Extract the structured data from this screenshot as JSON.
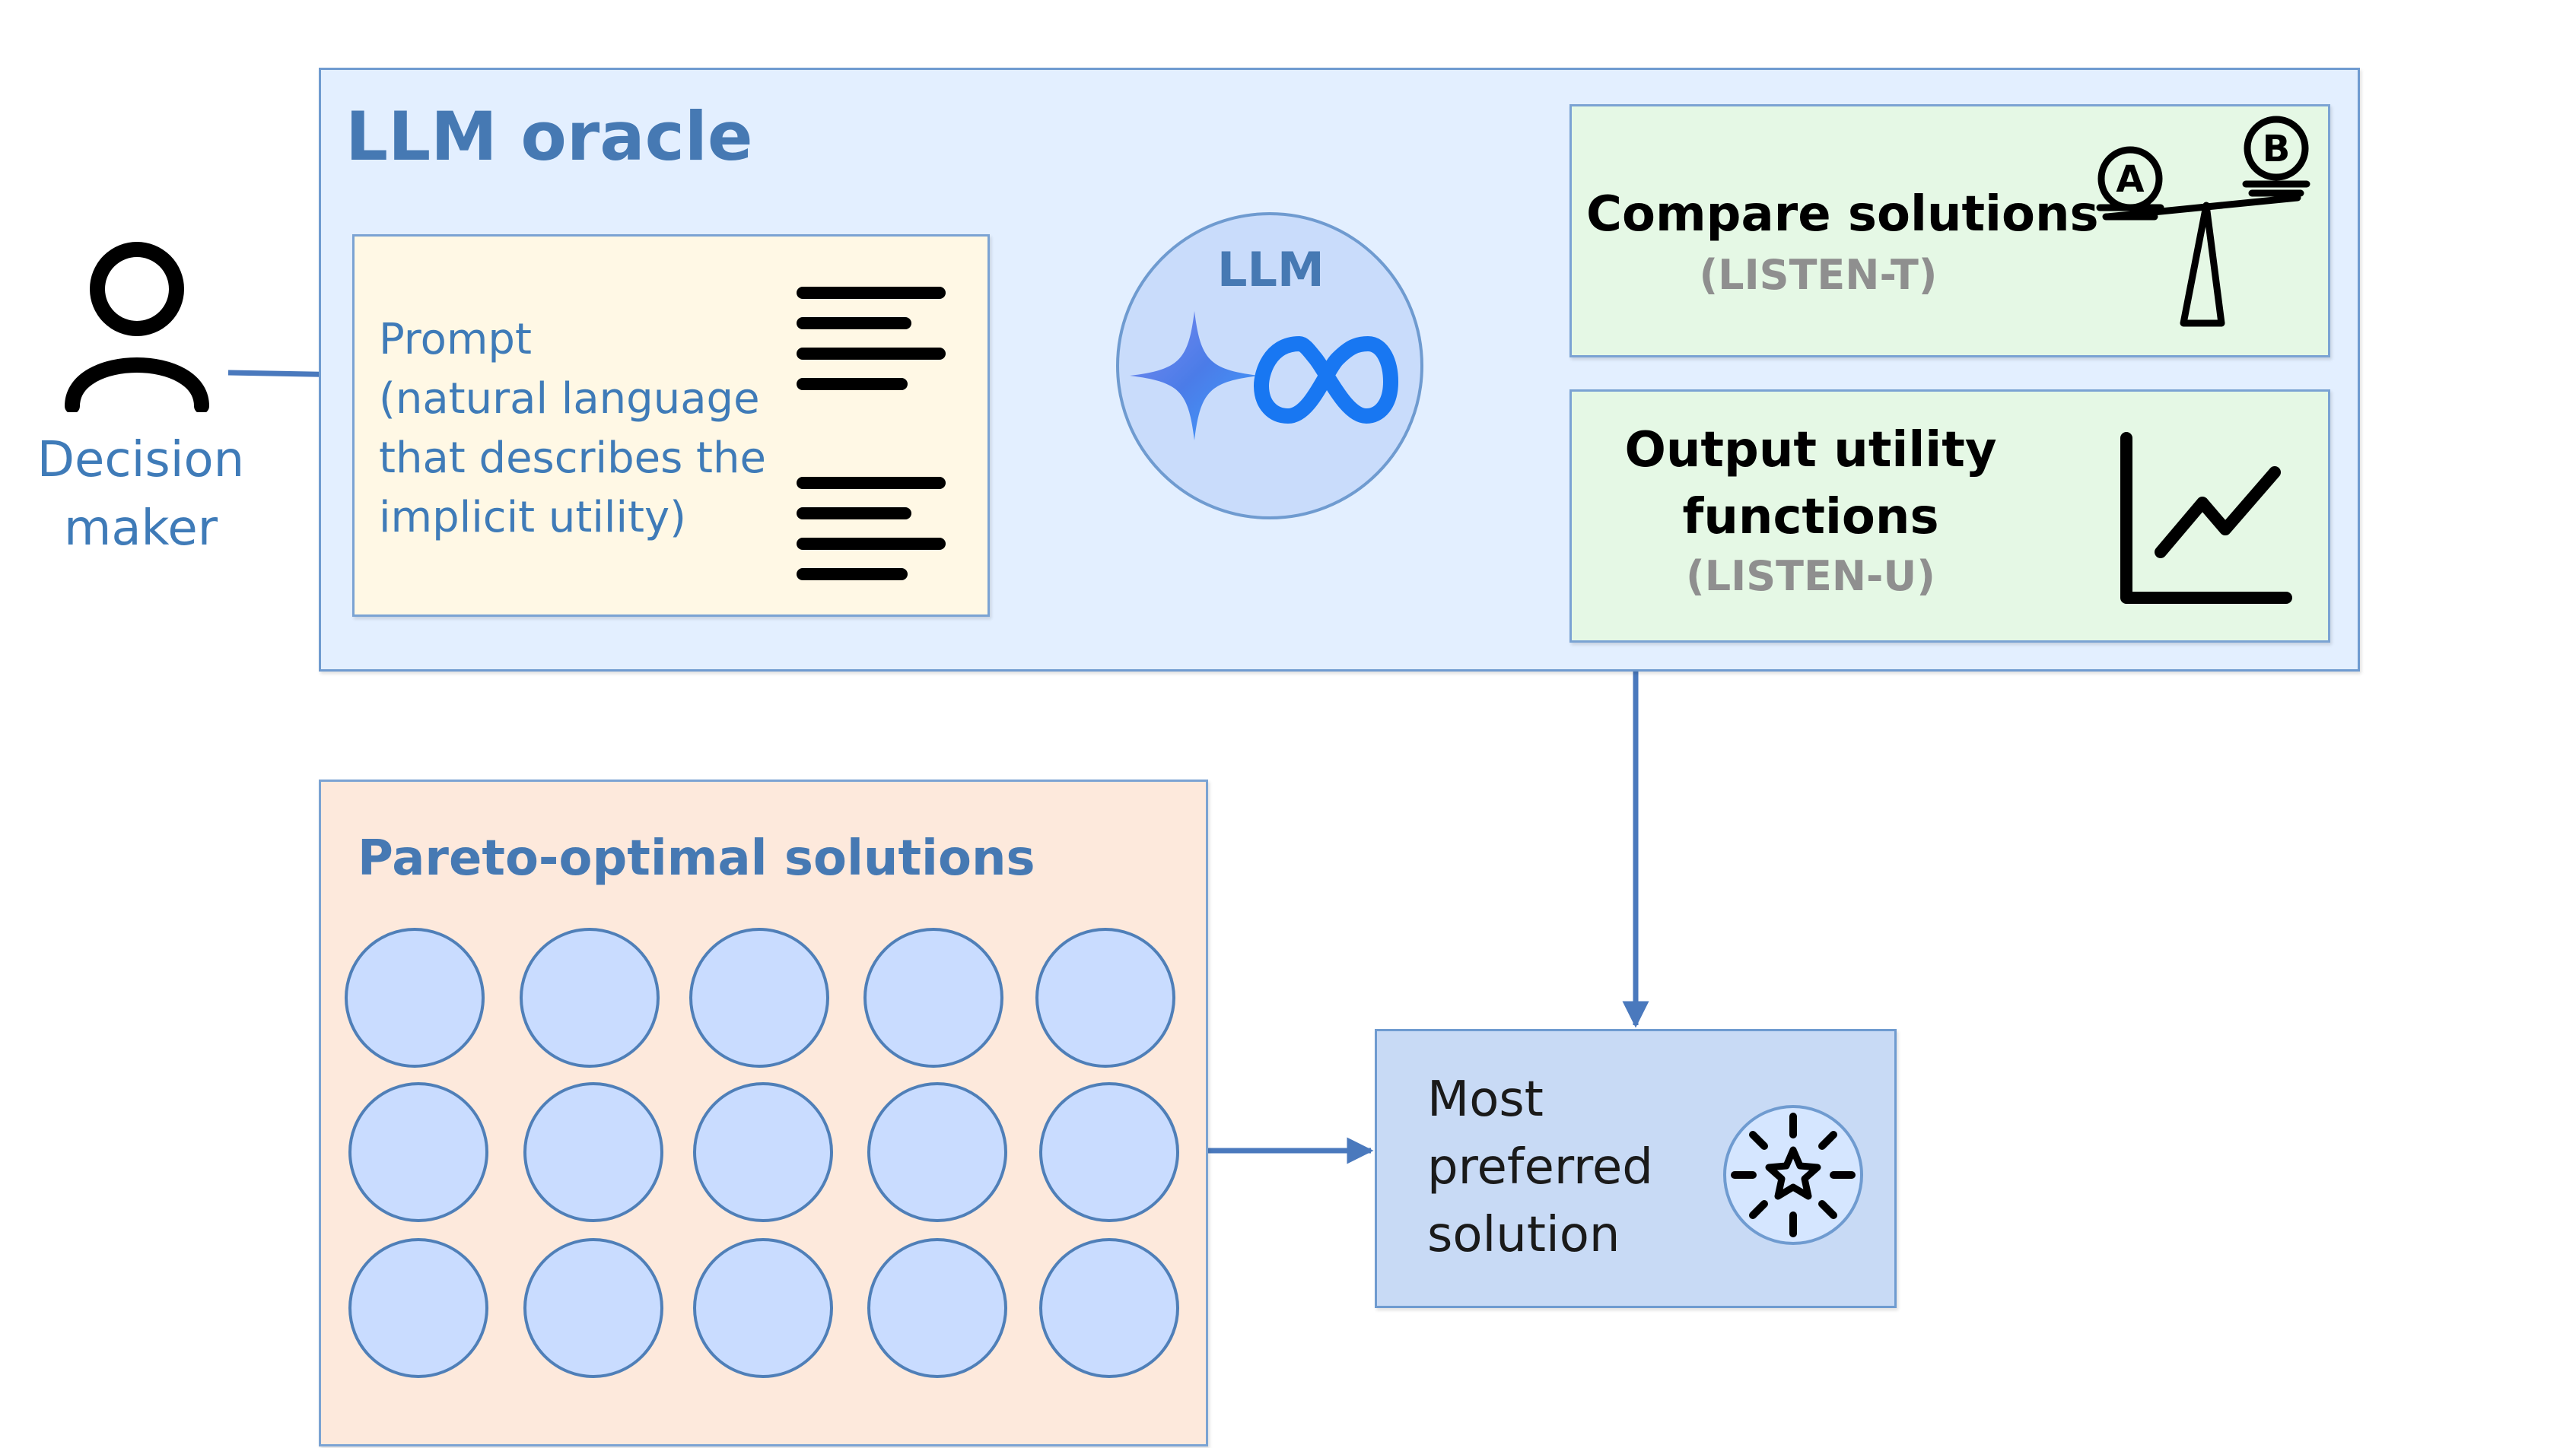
{
  "oracle": {
    "title": "LLM oracle"
  },
  "decision_maker": {
    "label_line1": "Decision",
    "label_line2": "maker"
  },
  "prompt": {
    "lines": [
      "Prompt",
      "(natural language",
      "that describes the",
      "implicit utility)"
    ]
  },
  "llm": {
    "label": "LLM"
  },
  "compare": {
    "title": "Compare solutions",
    "subtitle": "(LISTEN-T)",
    "badge_a": "A",
    "badge_b": "B"
  },
  "utility": {
    "title_line1": "Output utility",
    "title_line2": "functions",
    "subtitle": "(LISTEN-U)"
  },
  "pareto": {
    "title": "Pareto-optimal solutions",
    "rows": 3,
    "cols": 5
  },
  "preferred": {
    "lines": [
      "Most",
      "preferred",
      "solution"
    ]
  },
  "colors": {
    "accent_blue": "#4679b3",
    "arrow_blue": "#4a79bd",
    "oracle_fill": "#e3efff",
    "prompt_fill": "#fff8e5",
    "output_fill": "#e5f8e5",
    "pareto_fill": "#fde9dc",
    "solution_fill": "#c9dcff",
    "preferred_fill": "#c8daf5"
  }
}
